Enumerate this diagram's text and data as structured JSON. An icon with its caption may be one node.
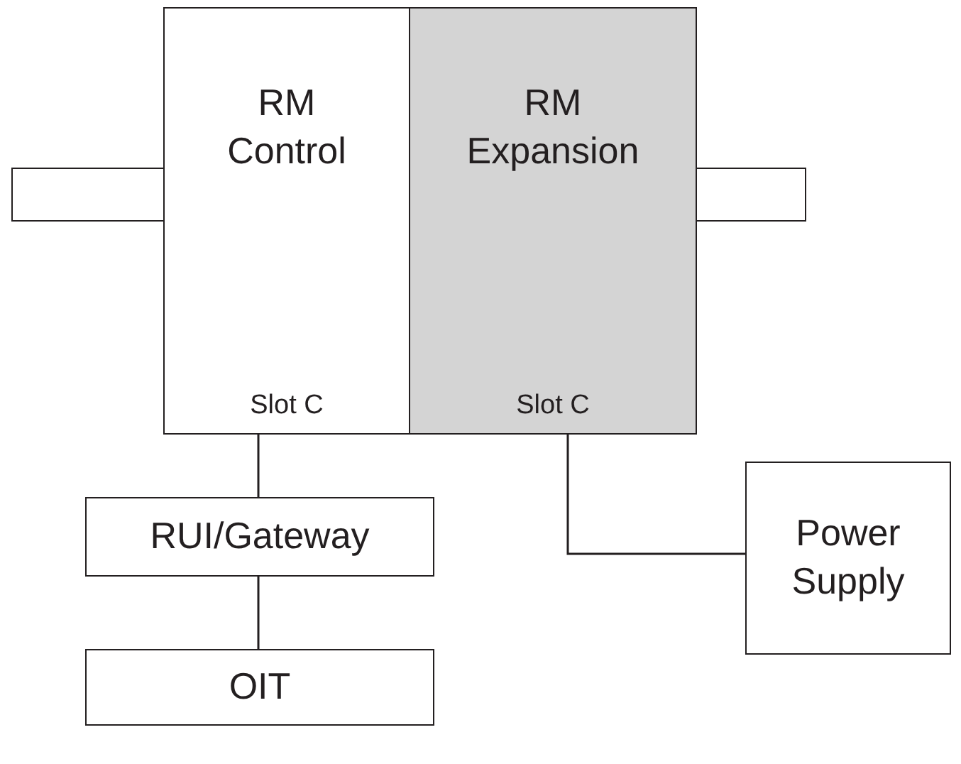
{
  "diagram": {
    "nodes": [
      {
        "text": [
          "RM Control",
          "Slot C"
        ]
      },
      {
        "text": [
          "RM Expansion",
          "Slot C"
        ]
      },
      {
        "text": [],
        "shape": "box"
      },
      {
        "text": [],
        "shape": "box"
      },
      {
        "text": [
          "RUI/Gateway"
        ]
      },
      {
        "text": [
          "OIT"
        ]
      },
      {
        "text": [
          "Power Supply"
        ]
      }
    ],
    "edges": [
      {
        "from": 0,
        "to": 4,
        "arrow": "none"
      },
      {
        "from": 4,
        "to": 5,
        "arrow": "none"
      },
      {
        "from": 1,
        "to": 6,
        "arrow": "none"
      }
    ]
  }
}
